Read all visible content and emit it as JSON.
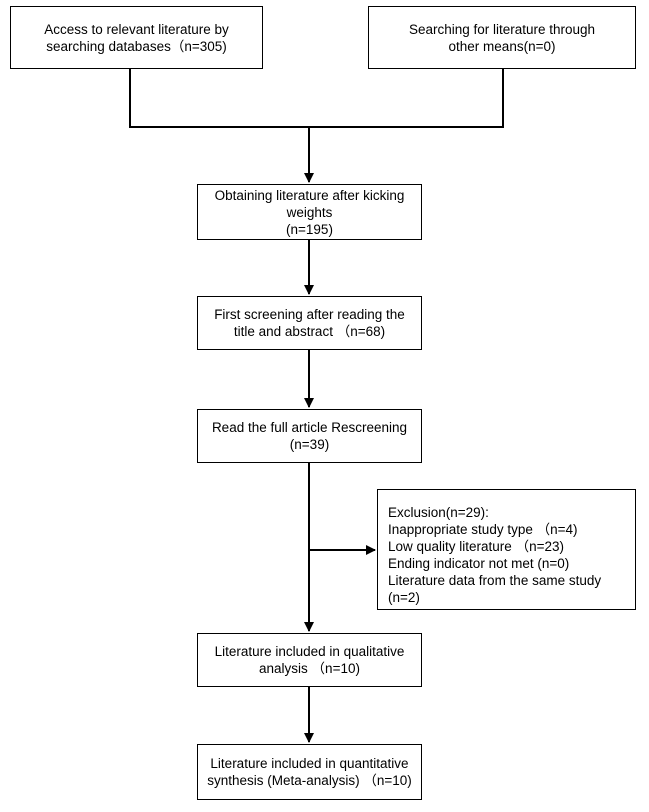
{
  "boxes": {
    "databases": {
      "lines": [
        "Access to relevant literature by",
        "searching databases（n=305)"
      ]
    },
    "other_means": {
      "lines": [
        "Searching for literature through",
        "other means(n=0)"
      ]
    },
    "deduplicated": {
      "lines": [
        "Obtaining literature after kicking",
        "weights",
        "(n=195)"
      ]
    },
    "first_screening": {
      "lines": [
        "First screening after reading the",
        "title and abstract （n=68)"
      ]
    },
    "full_text": {
      "lines": [
        "Read the full article Rescreening",
        "(n=39)"
      ]
    },
    "exclusion": {
      "lines": [
        "Exclusion(n=29):",
        "Inappropriate study type （n=4)",
        "Low quality literature （n=23)",
        "Ending indicator not met (n=0)",
        "Literature data from the same study",
        "(n=2)"
      ]
    },
    "qualitative": {
      "lines": [
        "Literature included in qualitative",
        "analysis （n=10)"
      ]
    },
    "quantitative": {
      "lines": [
        "Literature included in quantitative",
        "synthesis (Meta-analysis) （n=10)"
      ]
    }
  }
}
